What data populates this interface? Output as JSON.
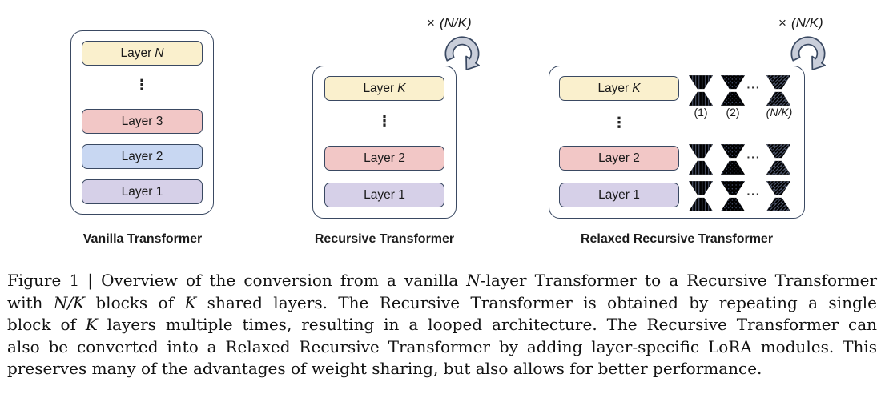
{
  "figure": {
    "loop_label": {
      "times": "×",
      "arg": "(N/K)"
    },
    "panels": [
      {
        "id": "vanilla",
        "title": "Vanilla Transformer",
        "ellipsis": "⋮",
        "layers": [
          {
            "prefix": "Layer",
            "var": "N",
            "color": "#FAF0CD"
          },
          {
            "prefix": "Layer 3",
            "var": "",
            "color": "#F2C7C6"
          },
          {
            "prefix": "Layer 2",
            "var": "",
            "color": "#C8D7F2"
          },
          {
            "prefix": "Layer 1",
            "var": "",
            "color": "#D6D0E8"
          }
        ]
      },
      {
        "id": "recursive",
        "title": "Recursive Transformer",
        "ellipsis": "⋮",
        "layers": [
          {
            "prefix": "Layer",
            "var": "K",
            "color": "#FAF0CD"
          },
          {
            "prefix": "Layer 2",
            "var": "",
            "color": "#F2C7C6"
          },
          {
            "prefix": "Layer 1",
            "var": "",
            "color": "#D6D0E8"
          }
        ]
      },
      {
        "id": "relaxed",
        "title": "Relaxed Recursive Transformer",
        "ellipsis": "⋮",
        "module_dots": "···",
        "layers": [
          {
            "prefix": "Layer",
            "var": "K",
            "color": "#FAF0CD"
          },
          {
            "prefix": "Layer 2",
            "var": "",
            "color": "#F2C7C6"
          },
          {
            "prefix": "Layer 1",
            "var": "",
            "color": "#D6D0E8"
          }
        ],
        "module_labels": [
          {
            "text": "(1)",
            "italic": false
          },
          {
            "text": "(2)",
            "italic": false
          },
          {
            "text": "(N/K)",
            "italic": true
          }
        ]
      }
    ]
  },
  "caption": {
    "lines": [
      [
        {
          "t": "Figure 1 | Overview of the conversion from a vanilla "
        },
        {
          "t": "N",
          "i": true
        },
        {
          "t": "-layer Transformer to a Recursive Transformer"
        }
      ],
      [
        {
          "t": "with "
        },
        {
          "t": "N/K",
          "i": true
        },
        {
          "t": " blocks of "
        },
        {
          "t": "K",
          "i": true
        },
        {
          "t": " shared layers. The Recursive Transformer is obtained by repeating a single"
        }
      ],
      [
        {
          "t": "block of "
        },
        {
          "t": "K",
          "i": true
        },
        {
          "t": " layers multiple times, resulting in a looped architecture. The Recursive Transformer can"
        }
      ],
      [
        {
          "t": "also be converted into a Relaxed Recursive Transformer by adding layer-specific LoRA modules. This"
        }
      ],
      [
        {
          "t": "preserves many of the advantages of weight sharing, but also allows for better performance."
        }
      ]
    ]
  },
  "colors": {
    "layer_yellow": "#FAF0CD",
    "layer_pink": "#F2C7C6",
    "layer_blue": "#C8D7F2",
    "layer_purple": "#D6D0E8",
    "border_navy": "#3A4962",
    "arrow_gray": "#C9CEDA",
    "pattern_line": "#566079"
  }
}
